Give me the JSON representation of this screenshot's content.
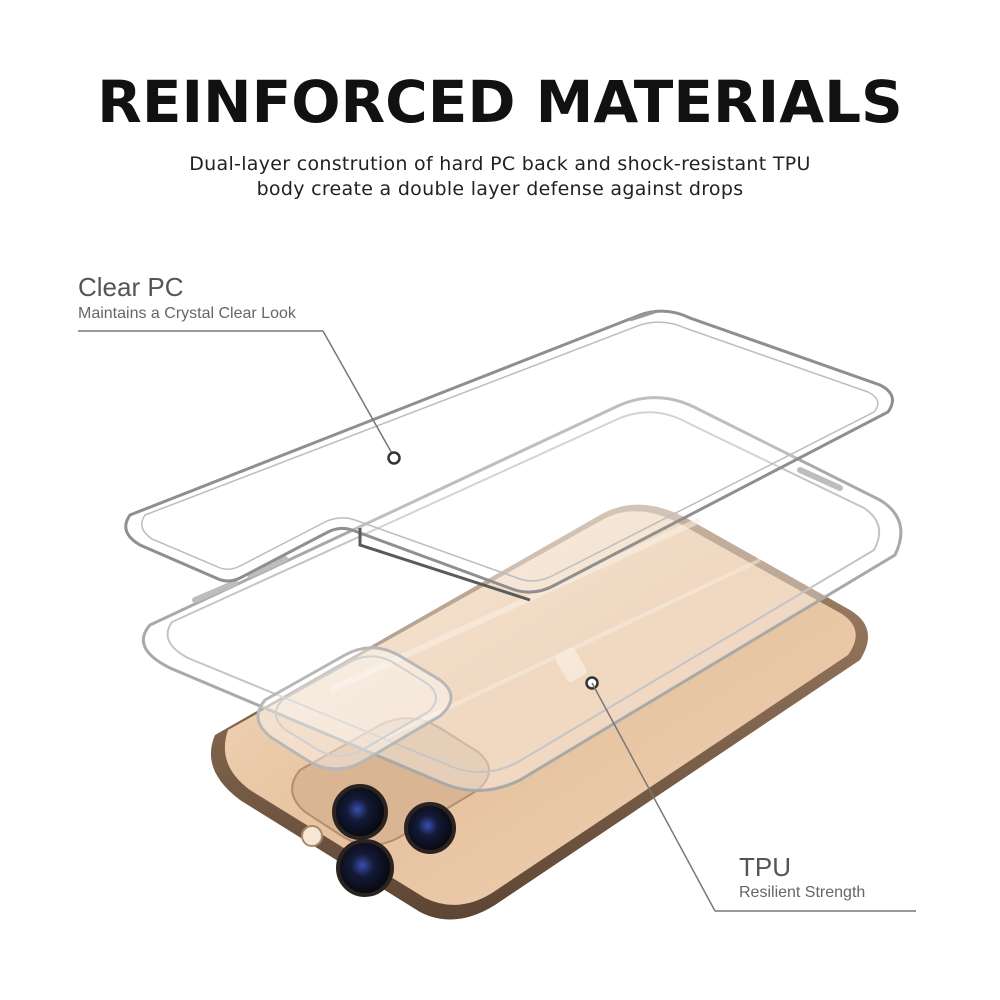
{
  "headline": "REINFORCED MATERIALS",
  "subtitle_line1": "Dual-layer constrution of hard PC back and shock-resistant TPU",
  "subtitle_line2": "body create a double layer defense against drops",
  "callouts": {
    "pc": {
      "title": "Clear PC",
      "description": "Maintains a Crystal Clear Look"
    },
    "tpu": {
      "title": "TPU",
      "description": "Resilient Strength"
    }
  },
  "colors": {
    "headline": "#111111",
    "phone_gold": "#e9c8a6",
    "phone_frame": "#8a6f57",
    "case_edge": "#9a9a9a"
  },
  "icons": [
    "camera-lens-icon"
  ]
}
